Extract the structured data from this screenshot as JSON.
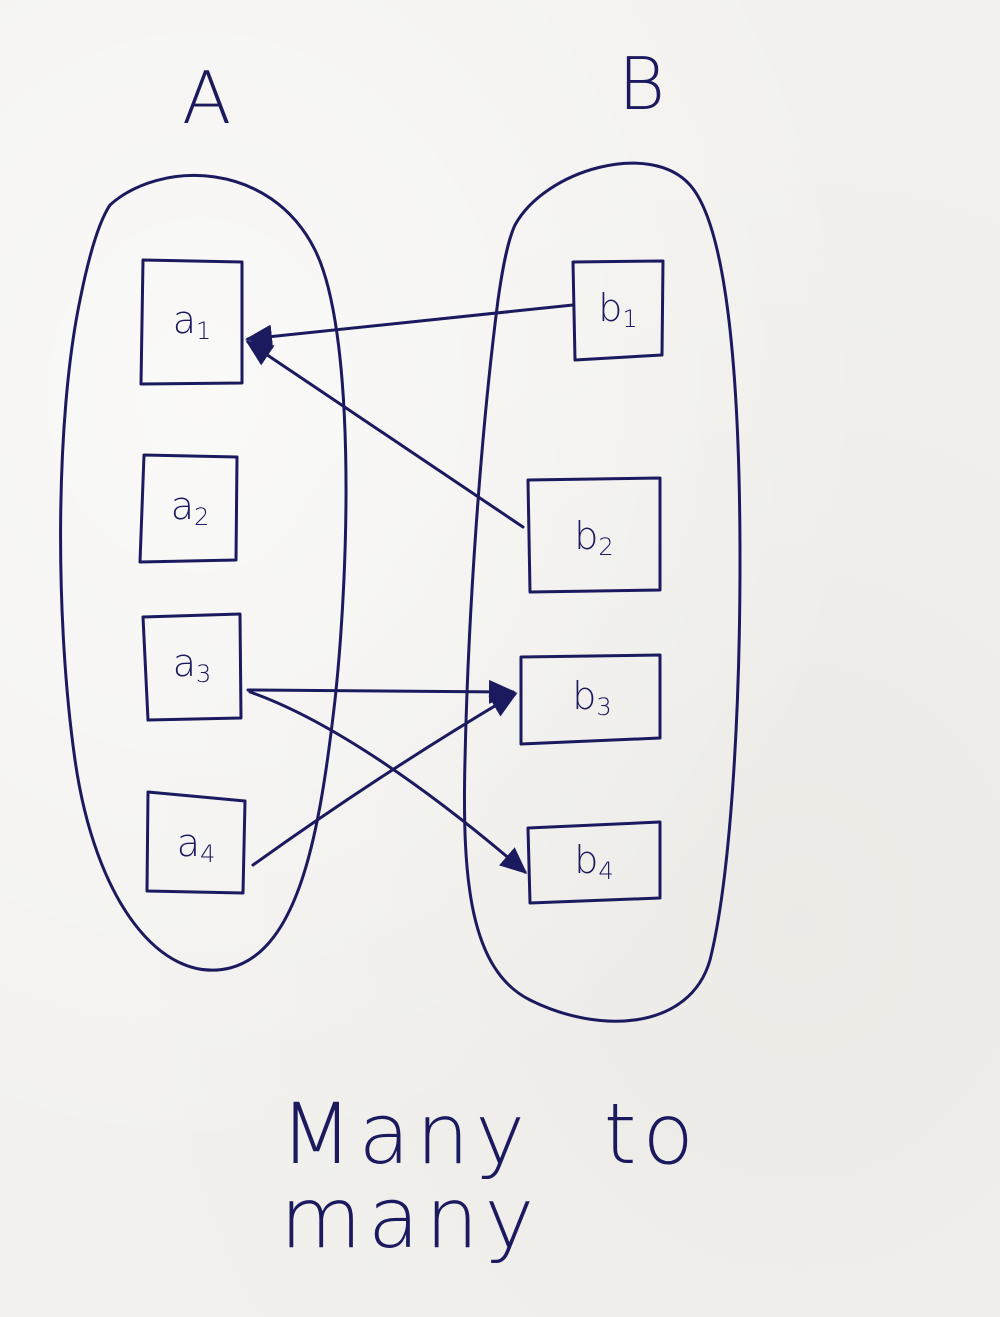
{
  "diagram": {
    "title": "Many to many",
    "ink_color": "#1c1a5e",
    "sets": [
      {
        "id": "A",
        "label": "A",
        "elements": [
          {
            "id": "a1",
            "label": "a",
            "sub": "1"
          },
          {
            "id": "a2",
            "label": "a",
            "sub": "2"
          },
          {
            "id": "a3",
            "label": "a",
            "sub": "3"
          },
          {
            "id": "a4",
            "label": "a",
            "sub": "4"
          }
        ]
      },
      {
        "id": "B",
        "label": "B",
        "elements": [
          {
            "id": "b1",
            "label": "b",
            "sub": "1"
          },
          {
            "id": "b2",
            "label": "b",
            "sub": "2"
          },
          {
            "id": "b3",
            "label": "b",
            "sub": "3"
          },
          {
            "id": "b4",
            "label": "b",
            "sub": "4"
          }
        ]
      }
    ],
    "edges": [
      {
        "from": "b1",
        "to": "a1",
        "arrow_at": "a1"
      },
      {
        "from": "b2",
        "to": "a1",
        "arrow_at": "a1"
      },
      {
        "from": "a3",
        "to": "b3",
        "arrow_at": "b3"
      },
      {
        "from": "a4",
        "to": "b3",
        "arrow_at": "b3"
      },
      {
        "from": "a3",
        "to": "b4",
        "arrow_at": "b4"
      }
    ]
  }
}
